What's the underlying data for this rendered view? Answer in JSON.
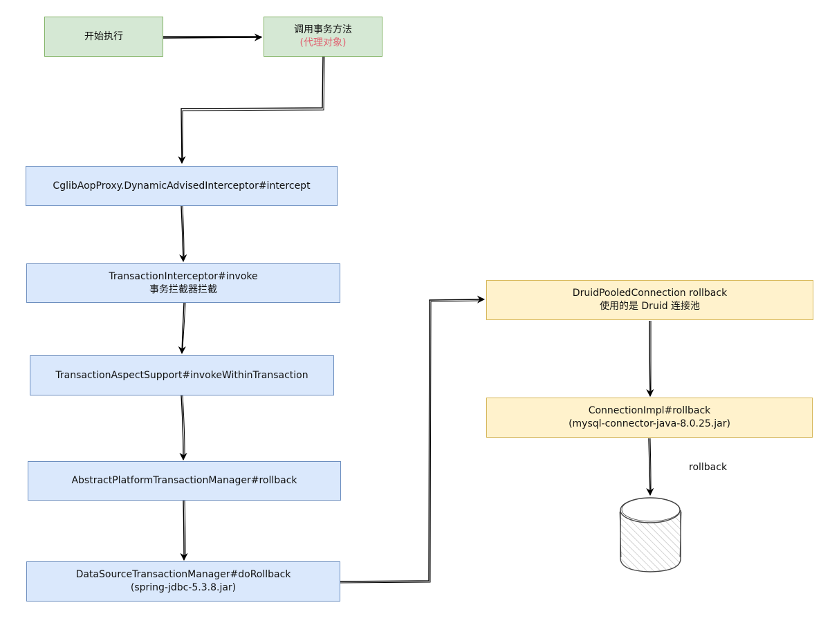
{
  "nodes": {
    "start": {
      "line1": "开始执行"
    },
    "call_tx": {
      "line1": "调用事务方法",
      "line2": "(代理对象)"
    },
    "cglib": {
      "line1": "CglibAopProxy.DynamicAdvisedInterceptor#intercept"
    },
    "tx_interceptor": {
      "line1": "TransactionInterceptor#invoke",
      "line2": "事务拦截器拦截"
    },
    "aspect_support": {
      "line1": "TransactionAspectSupport#invokeWithinTransaction"
    },
    "platform_tm": {
      "line1": "AbstractPlatformTransactionManager#rollback"
    },
    "ds_tm": {
      "line1": "DataSourceTransactionManager#doRollback",
      "line2": "(spring-jdbc-5.3.8.jar)"
    },
    "druid": {
      "line1": "DruidPooledConnection rollback",
      "line2": "使用的是 Druid 连接池"
    },
    "conn_impl": {
      "line1": "ConnectionImpl#rollback",
      "line2": "(mysql-connector-java-8.0.25.jar)"
    }
  },
  "edge_labels": {
    "rollback": "rollback"
  },
  "colors": {
    "green_fill": "#d5e8d4",
    "green_stroke": "#82b366",
    "blue_fill": "#dae8fc",
    "blue_stroke": "#6c8ebf",
    "yellow_fill": "#fff2cc",
    "yellow_stroke": "#d6b656",
    "proxy_text": "#e06070"
  }
}
